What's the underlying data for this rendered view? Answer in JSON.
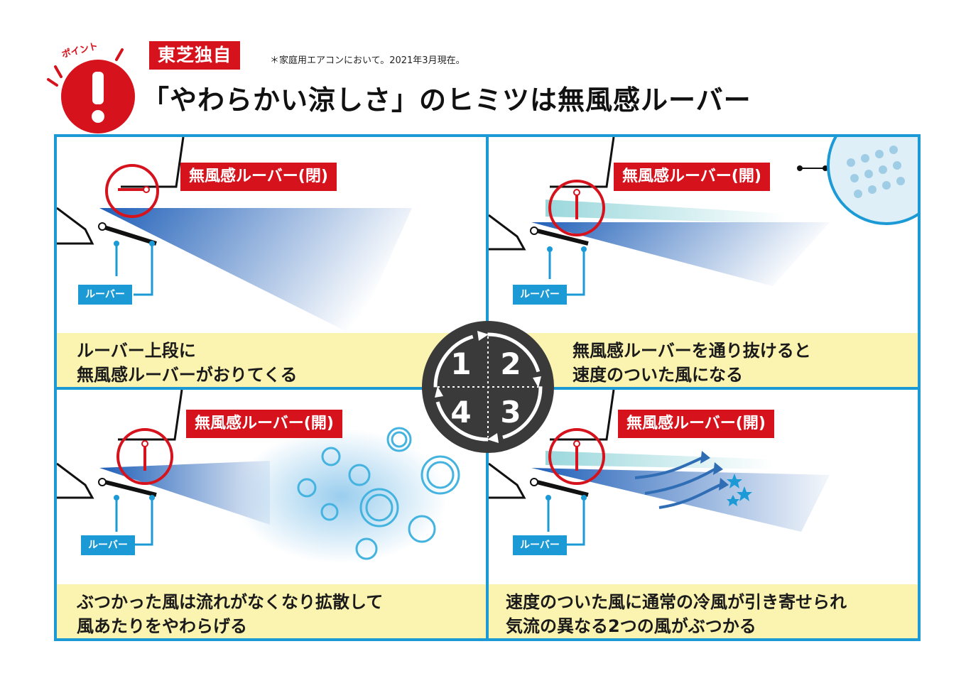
{
  "header": {
    "point_label": "ポイント",
    "badge": "東芝独自",
    "note": "＊家庭用エアコンにおいて。2021年3月現在。",
    "title": "「やわらかい涼しさ」のヒミツは無風感ルーバー"
  },
  "colors": {
    "frame": "#1b9ad6",
    "accent_red": "#d6121d",
    "caption_bg": "#fbf3b0",
    "airflow_blue": "#1f5fb8",
    "center_disc": "#3a3a3a"
  },
  "steps": [
    {
      "number": "1",
      "tag": "無風感ルーバー(閉)",
      "louver_label": "ルーバー",
      "caption_lines": [
        "ルーバー上段に",
        "無風感ルーバーがおりてくる"
      ]
    },
    {
      "number": "2",
      "tag": "無風感ルーバー(開)",
      "louver_label": "ルーバー",
      "caption_lines": [
        "無風感ルーバーを通り抜けると",
        "速度のついた風になる"
      ]
    },
    {
      "number": "3",
      "tag": "無風感ルーバー(開)",
      "louver_label": "ルーバー",
      "caption_lines": [
        "速度のついた風に通常の冷風が引き寄せられ",
        "気流の異なる2つの風がぶつかる"
      ]
    },
    {
      "number": "4",
      "tag": "無風感ルーバー(開)",
      "louver_label": "ルーバー",
      "caption_lines": [
        "ぶつかった風は流れがなくなり拡散して",
        "風あたりをやわらげる"
      ]
    }
  ]
}
